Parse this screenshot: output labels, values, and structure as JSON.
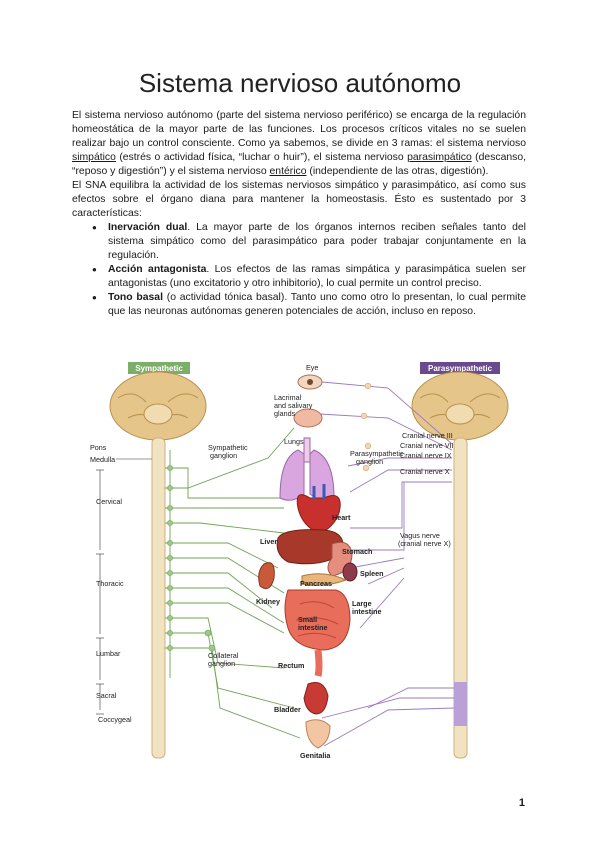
{
  "title": "Sistema nervioso autónomo",
  "intro": {
    "p1_a": "El sistema nervioso autónomo (parte del sistema nervioso periférico) se encarga de la regulación homeostática de la mayor parte de las funciones. Los procesos críticos vitales no se suelen realizar bajo un control consciente. Como ya sabemos, se divide en 3 ramas: el sistema nervioso ",
    "p1_simp": "simpático",
    "p1_b": " (estrés o actividad física, “luchar o huir”), el sistema nervioso ",
    "p1_para": "parasimpático",
    "p1_c": " (descanso, “reposo y digestión”) y el sistema nervioso ",
    "p1_ent": "entérico",
    "p1_d": " (independiente de las otras, digestión).",
    "p2": "El SNA equilibra la actividad de los sistemas nerviosos simpático y parasimpático, así como sus efectos sobre el órgano diana para mantener la homeostasis. Ésto es sustentado por 3 características:"
  },
  "features": [
    {
      "term": "Inervación dual",
      "text": ". La mayor parte de los órganos internos reciben señales tanto del sistema simpático como del parasimpático para poder trabajar conjuntamente en la regulación."
    },
    {
      "term": "Acción antagonista",
      "text": ". Los efectos de las ramas simpática y parasimpática suelen ser antagonistas (uno excitatorio y otro inhibitorio), lo cual permite un control preciso."
    },
    {
      "term": "Tono basal",
      "text": " (o actividad tónica basal). Tanto uno como otro lo presentan, lo cual permite que las neuronas autónomas generen potenciales de acción, incluso en reposo."
    }
  ],
  "figure": {
    "sympathetic": "Sympathetic",
    "parasympathetic": "Parasympathetic",
    "left_labels": {
      "pons": "Pons",
      "medulla": "Medulla",
      "cervical": "Cervical",
      "thoracic": "Thoracic",
      "lumbar": "Lumbar",
      "sacral": "Sacral",
      "coccygeal": "Coccygeal"
    },
    "symp_ganglion": [
      "Sympathetic",
      "ganglion"
    ],
    "collateral": [
      "Collateral",
      "ganglion"
    ],
    "organs": {
      "eye": "Eye",
      "lacrimal": [
        "Lacrimal",
        "and salivary",
        "glands"
      ],
      "lungs": "Lungs",
      "para_ganglion": [
        "Parasympathetic",
        "ganglion"
      ],
      "heart": "Heart",
      "liver": "Liver",
      "stomach": "Stomach",
      "spleen": "Spleen",
      "pancreas": "Pancreas",
      "kidney": "Kidney",
      "large_int": [
        "Large",
        "intestine"
      ],
      "small_int": [
        "Small",
        "intestine"
      ],
      "rectum": "Rectum",
      "bladder": "Bladder",
      "genitalia": "Genitalia"
    },
    "cranial": [
      "Cranial nerve III",
      "Cranial nerve VII",
      "Cranial nerve IX",
      "Cranial nerve X"
    ],
    "vagus": [
      "Vagus nerve",
      "(cranial nerve X)"
    ],
    "colors": {
      "symp_header": "#7cae6a",
      "para_header": "#6a4a8c",
      "sym_nerve": "#6fa552",
      "para_nerve": "#9b7ac0",
      "brain": "#e6c58a"
    }
  },
  "page_number": "1"
}
